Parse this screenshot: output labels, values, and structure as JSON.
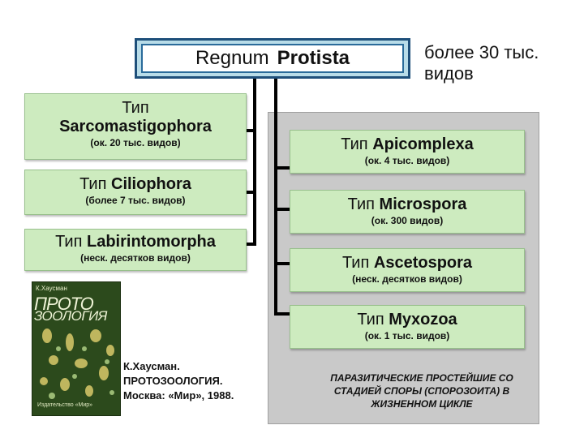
{
  "root": {
    "prefix": "Regnum",
    "name": "Protista"
  },
  "count_note": {
    "line1": "более 30 тыс.",
    "line2": "видов"
  },
  "left_types": [
    {
      "prefix": "Тип",
      "name": "Sarcomastigophora",
      "sub": "(ок. 20 тыс. видов)"
    },
    {
      "prefix": "Тип",
      "name": "Ciliophora",
      "sub": "(более 7 тыс. видов)"
    },
    {
      "prefix": "Тип",
      "name": "Labirintomorpha",
      "sub": "(неск. десятков видов)"
    }
  ],
  "right_types": [
    {
      "prefix": "Тип",
      "name": "Apicomplexa",
      "sub": "(ок. 4 тыс. видов)"
    },
    {
      "prefix": "Тип",
      "name": "Microspora",
      "sub": "(ок. 300 видов)"
    },
    {
      "prefix": "Тип",
      "name": "Ascetospora",
      "sub": "(неск. десятков видов)"
    },
    {
      "prefix": "Тип",
      "name": "Myxozoa",
      "sub": "(ок. 1 тыс. видов)"
    }
  ],
  "parasite_note": {
    "line1": "ПАРАЗИТИЧЕСКИЕ ПРОСТЕЙШИЕ СО",
    "line2": "СТАДИЕЙ СПОРЫ (СПОРОЗОИТА) В",
    "line3": "ЖИЗНЕННОМ ЦИКЛЕ"
  },
  "book": {
    "author": "К.Хаусман",
    "title_line1": "ПРОТО",
    "title_line2": "ЗООЛОГИЯ",
    "publisher": "Издательство «Мир»"
  },
  "reference": {
    "line1": "К.Хаусман.",
    "line2": "ПРОТОЗООЛОГИЯ.",
    "line3": "Москва: «Мир», 1988."
  },
  "colors": {
    "type_box": "#cdebbf",
    "root_frame": "#1e4f7a",
    "root_fill": "#b8dce8",
    "panel": "#c9c9c9",
    "book_cover": "#2c4a1c"
  }
}
